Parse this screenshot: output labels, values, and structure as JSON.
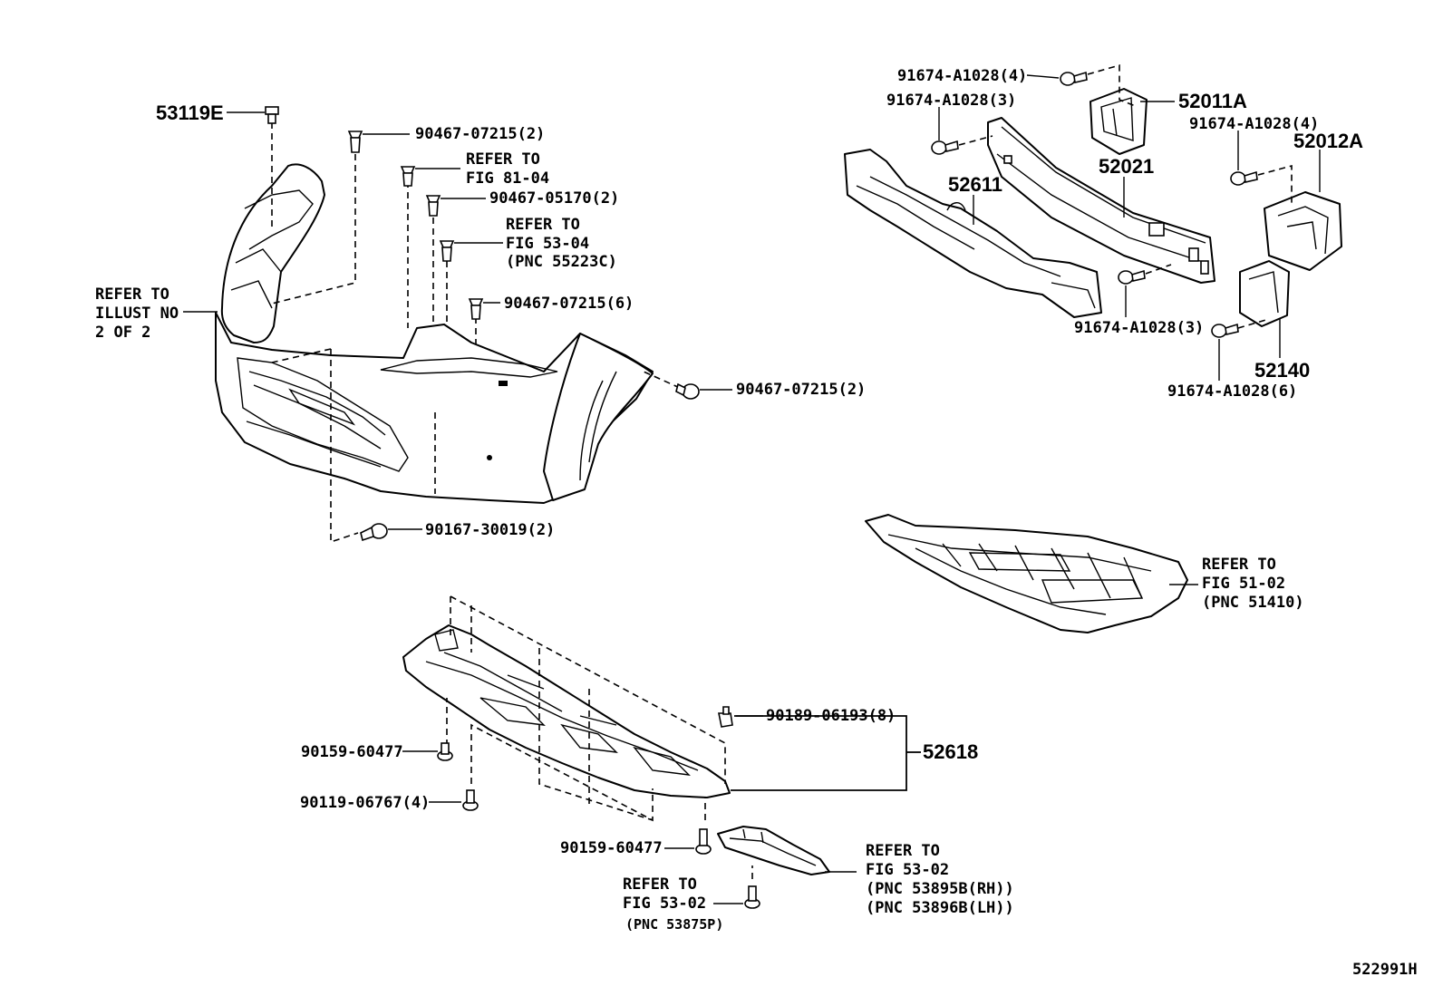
{
  "figure_id": "522991H",
  "labels": {
    "p53119E": "53119E",
    "c90467_07215_2_top": "90467-07215(2)",
    "refer_81_04_l1": "REFER TO",
    "refer_81_04_l2": "FIG 81-04",
    "c90467_05170": "90467-05170(2)",
    "refer_53_04_l1": "REFER TO",
    "refer_53_04_l2": "FIG 53-04",
    "refer_53_04_l3": "(PNC 55223C)",
    "refer_illust_l1": "REFER TO",
    "refer_illust_l2": "ILLUST NO",
    "refer_illust_l3": "2 OF 2",
    "c90467_07215_6": "90467-07215(6)",
    "c90467_07215_2_right": "90467-07215(2)",
    "c90167_30019": "90167-30019(2)",
    "b91674_4_top": "91674-A1028(4)",
    "b91674_3_top": "91674-A1028(3)",
    "p52011A": "52011A",
    "b91674_4_right": "91674-A1028(4)",
    "p52012A": "52012A",
    "p52021": "52021",
    "p52611": "52611",
    "b91674_3_mid": "91674-A1028(3)",
    "p52140": "52140",
    "b91674_6": "91674-A1028(6)",
    "refer_51_02_l1": "REFER TO",
    "refer_51_02_l2": "FIG 51-02",
    "refer_51_02_l3": "(PNC 51410)",
    "n90189_06193": "90189-06193(8)",
    "p52618": "52618",
    "s90159_60477_left": "90159-60477",
    "s90119_06767": "90119-06767(4)",
    "s90159_60477_bottom": "90159-60477",
    "refer_53_02_a_l1": "REFER TO",
    "refer_53_02_a_l2": "FIG 53-02",
    "refer_53_02_a_l3": "(PNC 53875P)",
    "refer_53_02_b_l1": "REFER TO",
    "refer_53_02_b_l2": "FIG 53-02",
    "refer_53_02_b_l3": "(PNC 53895B(RH))",
    "refer_53_02_b_l4": "(PNC 53896B(LH))"
  }
}
